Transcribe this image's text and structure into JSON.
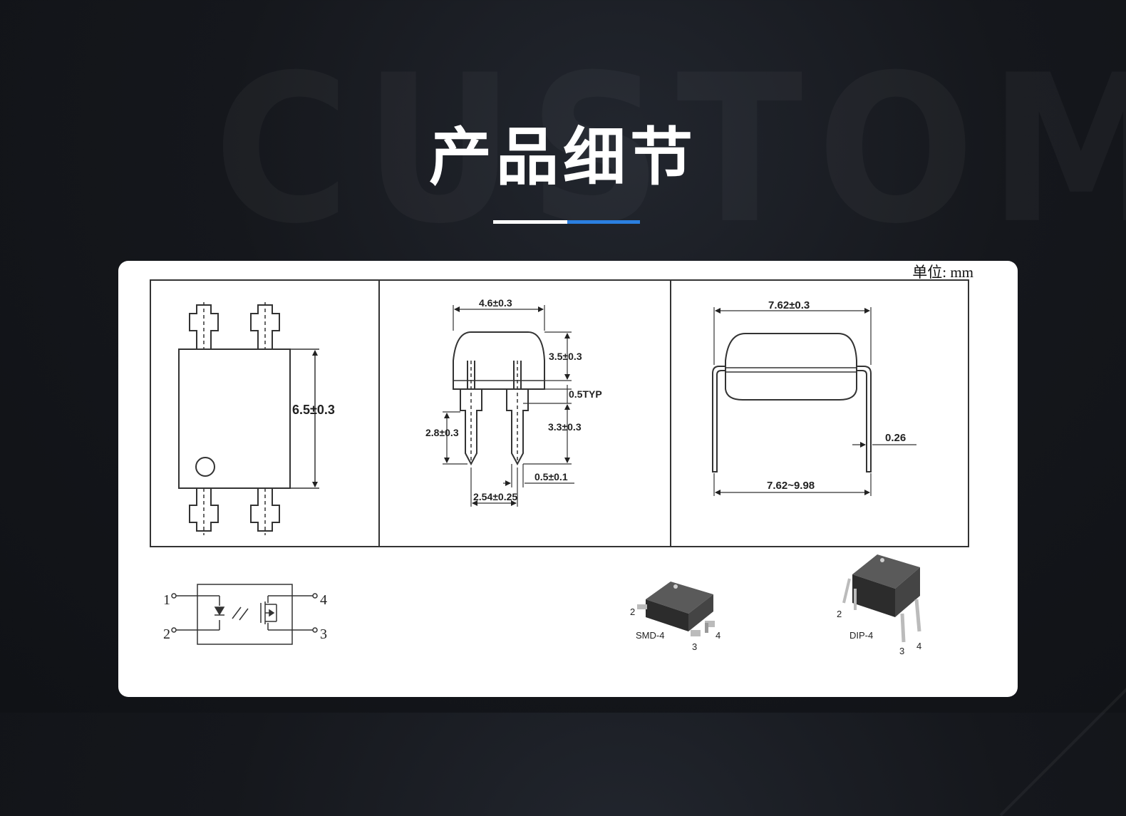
{
  "watermark": "CUSTOM",
  "page": {
    "title": "产品细节",
    "accent_colors": {
      "primary": "#ffffff",
      "secondary": "#2b7fe0"
    }
  },
  "drawing": {
    "unit_label": "单位: mm",
    "top_view": {
      "height_dim": "6.5±0.3"
    },
    "side_view": {
      "width_dim": "4.6±0.3",
      "body_height_dim": "3.5±0.3",
      "offset_dim": "0.5TYP",
      "lead_length_dim": "3.3±0.3",
      "shoulder_dim": "2.8±0.3",
      "lead_width_dim": "0.5±0.1",
      "pitch_dim": "2.54±0.25"
    },
    "end_view": {
      "width_dim": "7.62±0.3",
      "thickness_dim": "0.26",
      "spread_dim": "7.62~9.98"
    },
    "schematic": {
      "pins": [
        "1",
        "2",
        "3",
        "4"
      ]
    },
    "packages": [
      {
        "name": "SMD-4",
        "pins": [
          "2",
          "3",
          "4"
        ]
      },
      {
        "name": "DIP-4",
        "pins": [
          "2",
          "3",
          "4"
        ]
      }
    ]
  }
}
